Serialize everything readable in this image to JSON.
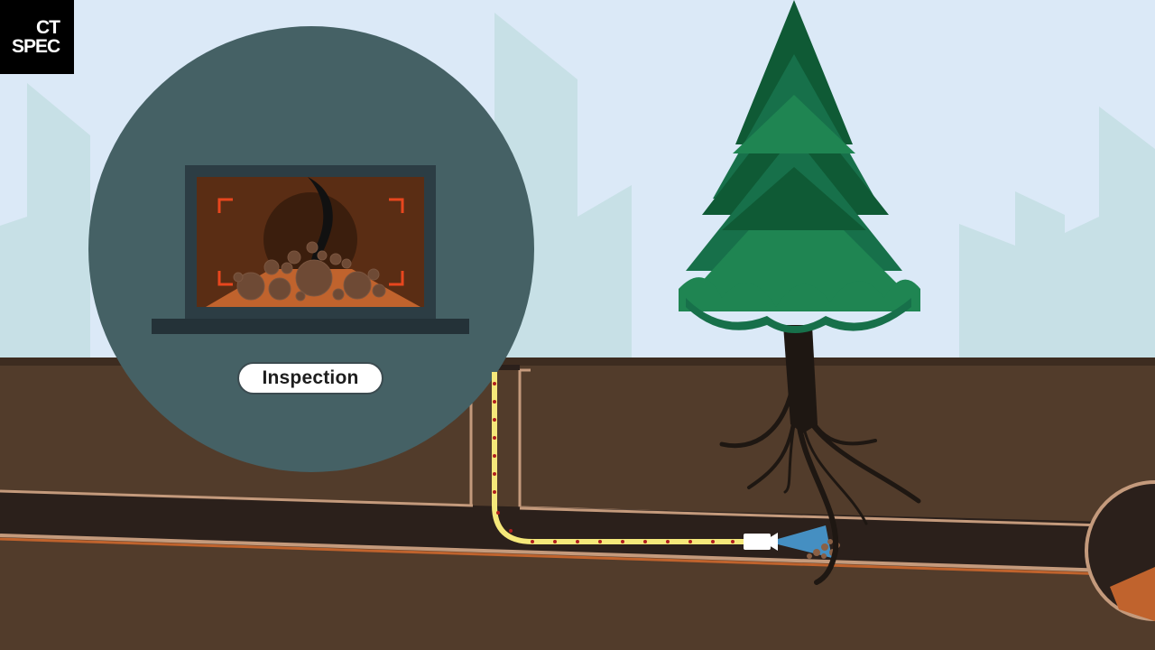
{
  "logo": {
    "line1": "CT",
    "line2": "SPEC"
  },
  "label": {
    "text": "Inspection"
  },
  "colors": {
    "sky": "#dbe9f7",
    "city_silhouette": "#c7e0e6",
    "soil": "#523c2b",
    "soil_top": "#3d2c20",
    "pipe_interior": "#2b201b",
    "pipe_wall": "#c49a7c",
    "pipe_bottom_stripe": "#c0632d",
    "cable": "#f5e87a",
    "cable_dots": "#b01e1e",
    "tree_dark": "#0f5a35",
    "tree_mid": "#17704a",
    "tree_light": "#1f8552",
    "trunk": "#1e1712",
    "magnifier_circle": "#456165",
    "monitor_frame": "#2c3d44",
    "screen_bg": "#5a2d14",
    "screen_corner_markers": "#e8461e",
    "debris": "#6e4a35",
    "camera_beam": "#4aa3df"
  },
  "icons": [
    "camera-icon",
    "focus-bracket-icon"
  ]
}
